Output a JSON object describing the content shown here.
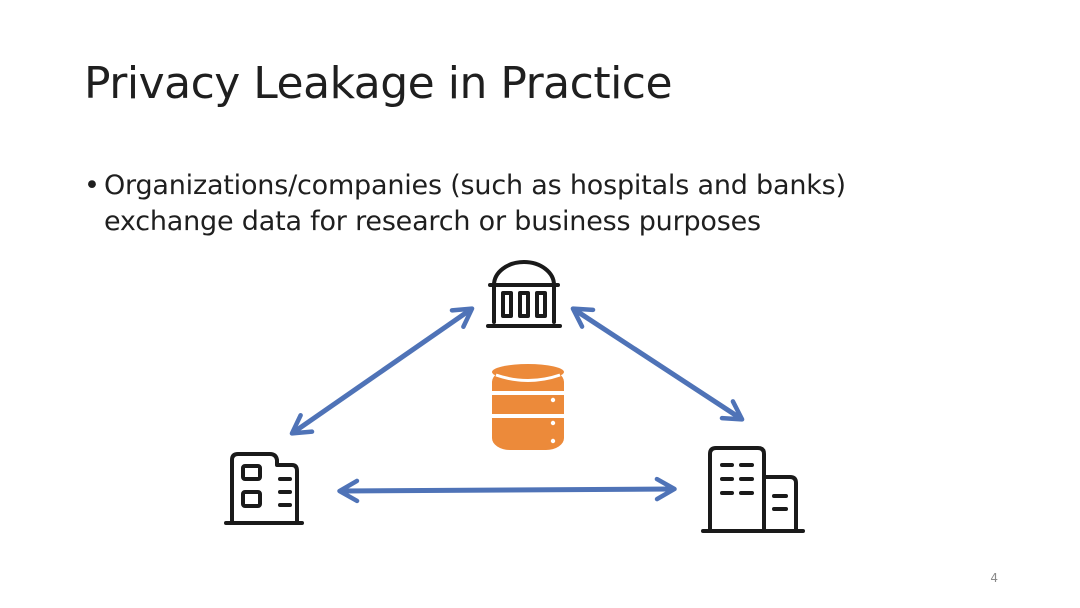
{
  "slide": {
    "title": "Privacy Leakage in Practice",
    "bullets": [
      {
        "marker": "•",
        "line1": "Organizations/companies (such as hospitals and banks)",
        "line2": "exchange data for research or business purposes"
      }
    ],
    "page_number": "4"
  },
  "diagram": {
    "nodes": [
      {
        "name": "bank-building",
        "icon": "bank-icon"
      },
      {
        "name": "hospital-building",
        "icon": "office-building-icon"
      },
      {
        "name": "company-building",
        "icon": "company-buildings-icon"
      },
      {
        "name": "database",
        "icon": "database-icon"
      }
    ],
    "colors": {
      "arrow": "#4f73b7",
      "database": "#ec8a3a",
      "icon_stroke": "#1a1a1a"
    }
  }
}
